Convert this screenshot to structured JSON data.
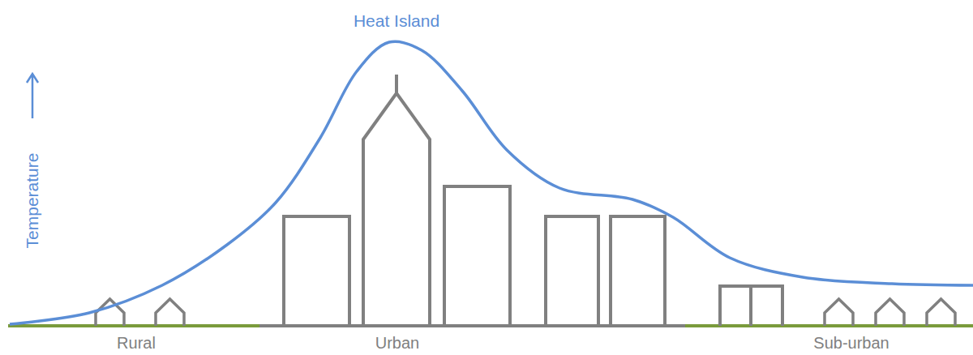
{
  "diagram": {
    "labels": [
      "Heat Island",
      "Temperature",
      "Rural",
      "Urban",
      "Sub-urban"
    ]
  }
}
